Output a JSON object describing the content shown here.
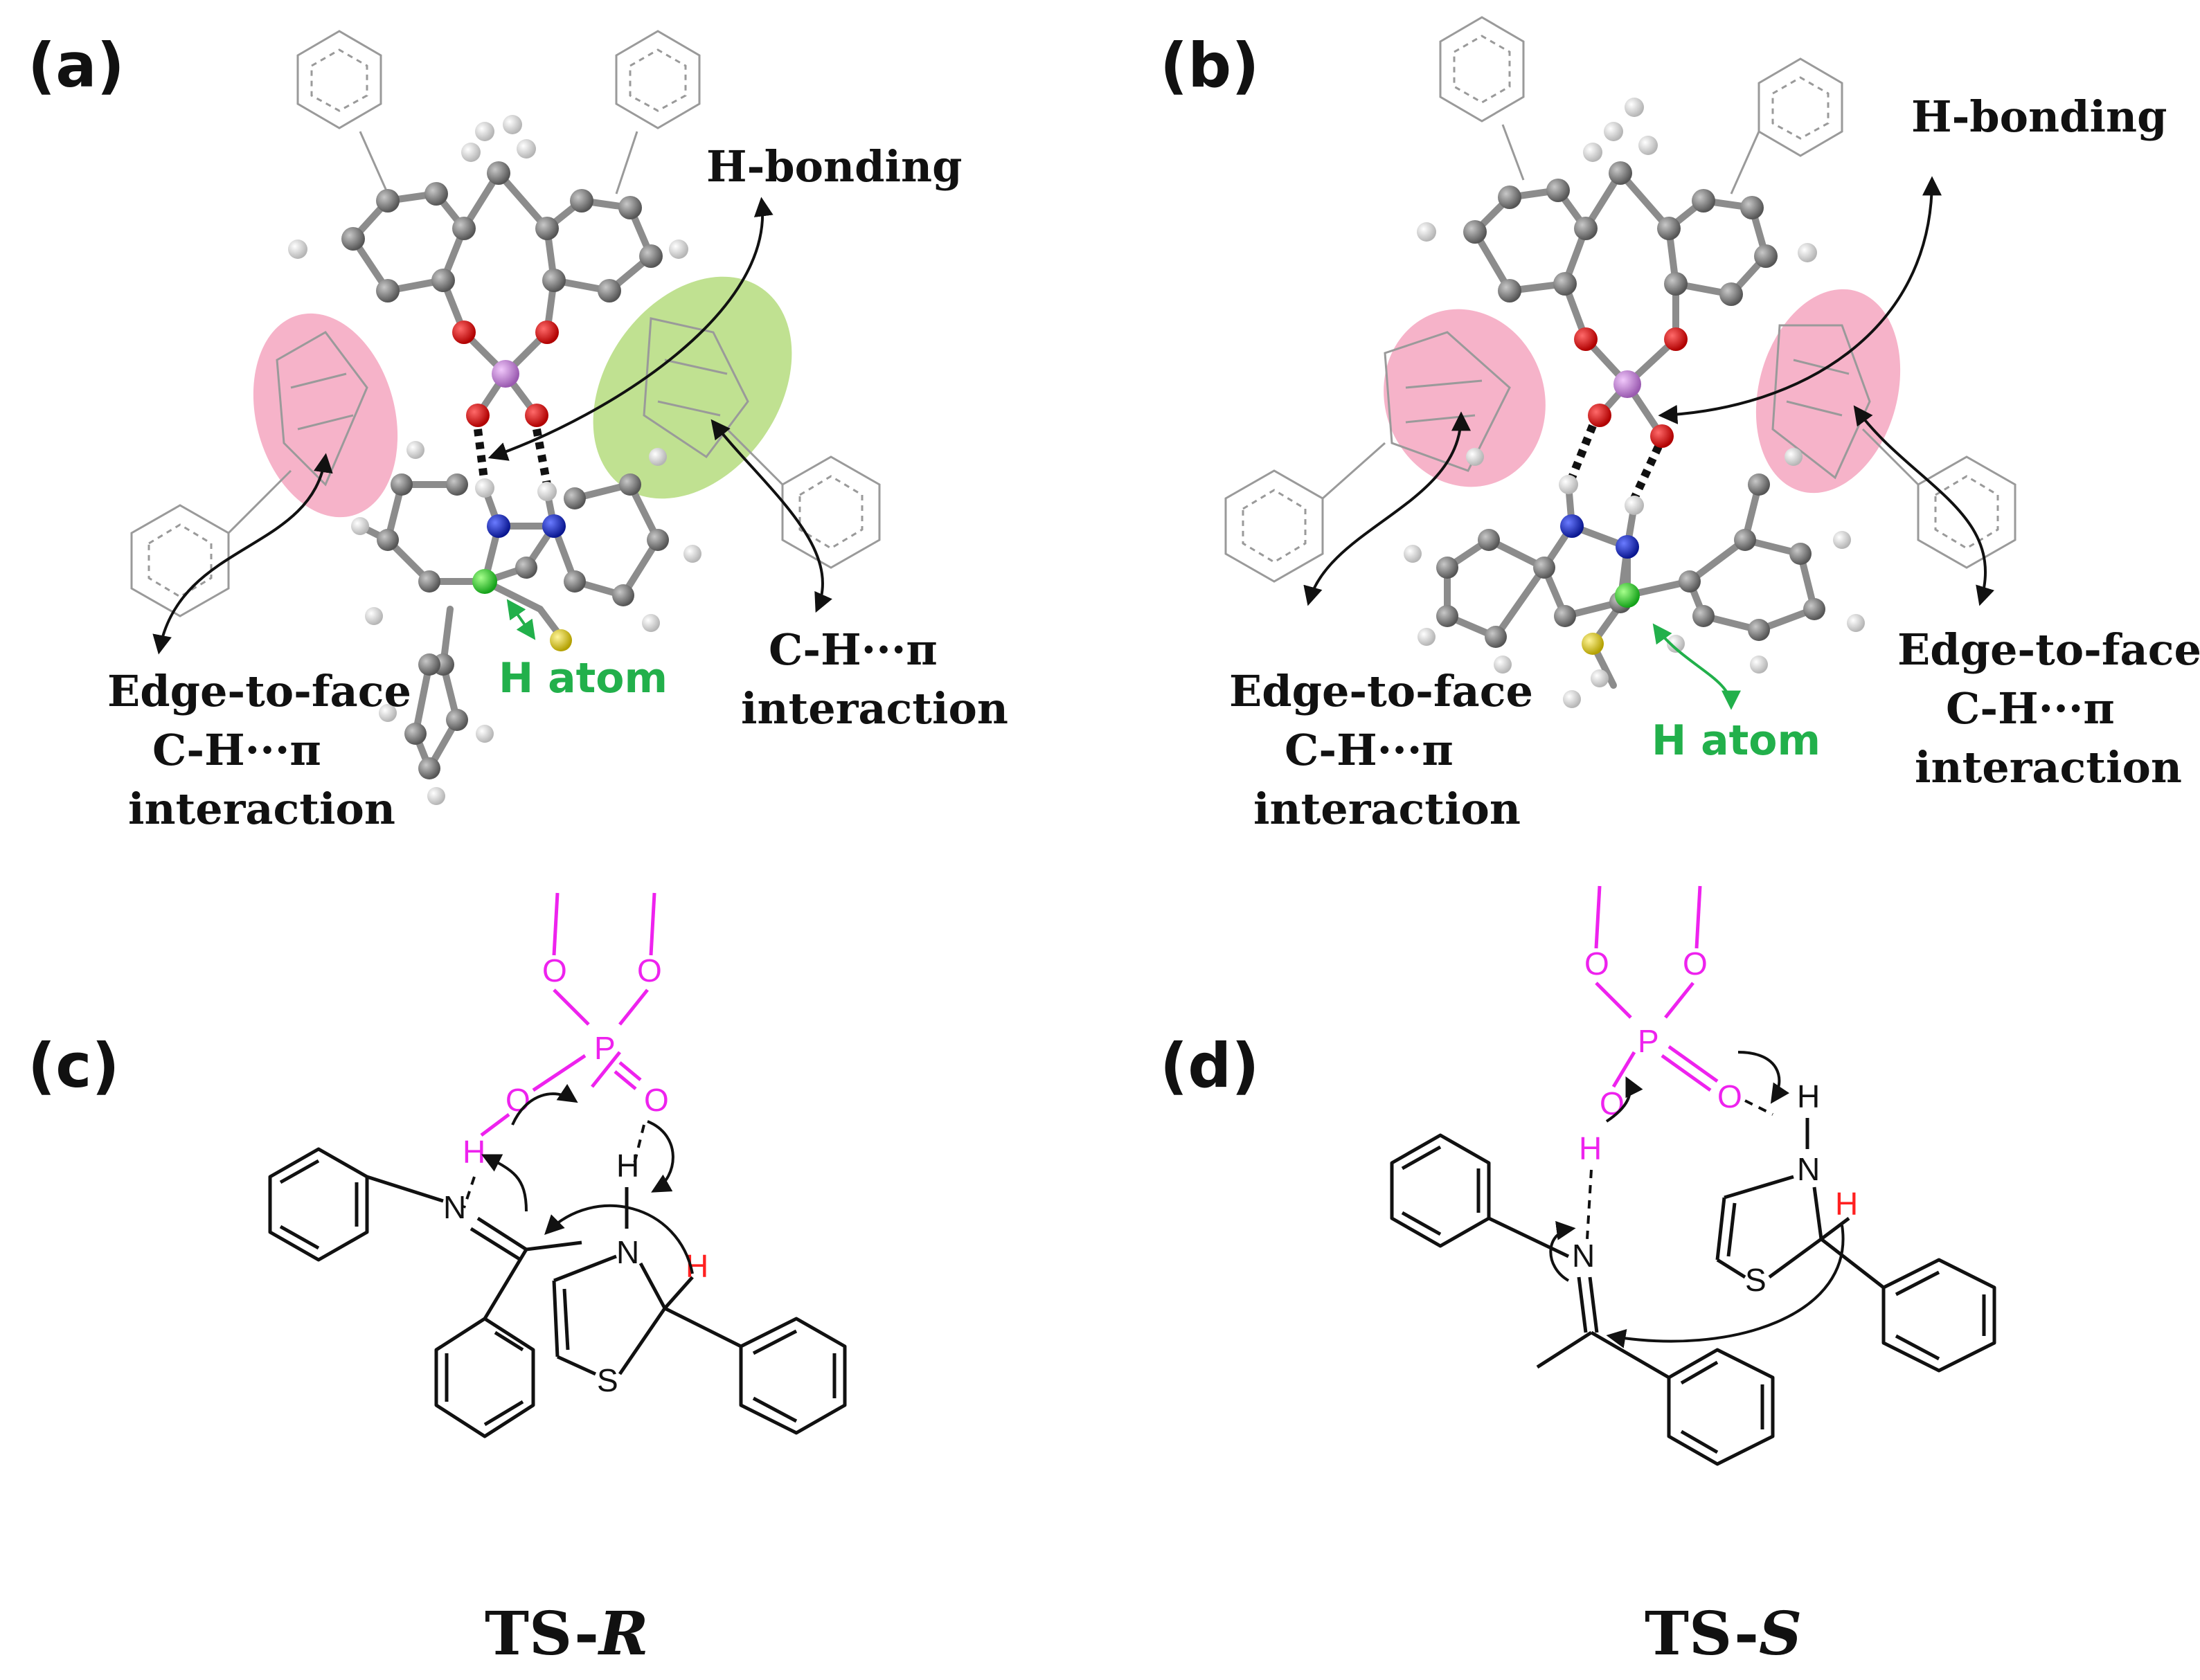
{
  "panels": {
    "a": {
      "letter": "(a)",
      "hbond_label": "H-bonding",
      "left_label": [
        "Edge-to-face",
        "C-H···π",
        "interaction"
      ],
      "right_label": [
        "C-H···π",
        "interaction"
      ],
      "h_atom_label": "H atom",
      "left_highlight_color": "#f4a6c0",
      "right_highlight_color": "#b5dc7e"
    },
    "b": {
      "letter": "(b)",
      "hbond_label": "H-bonding",
      "left_label": [
        "Edge-to-face",
        "C-H···π",
        "interaction"
      ],
      "right_label": [
        "Edge-to-face",
        "C-H···π",
        "interaction"
      ],
      "h_atom_label": "H atom",
      "left_highlight_color": "#f4a6c0",
      "right_highlight_color": "#f4a6c0"
    },
    "c": {
      "letter": "(c)",
      "atoms": {
        "P": "P",
        "O1": "O",
        "O2": "O",
        "O3": "O",
        "O4": "O",
        "H_acid": "H",
        "N_imine": "N",
        "H_nh": "H",
        "N_thz": "N",
        "H_red": "H",
        "S": "S"
      }
    },
    "d": {
      "letter": "(d)",
      "atoms": {
        "P": "P",
        "O1": "O",
        "O2": "O",
        "O3": "O",
        "O4": "O",
        "H_acid": "H",
        "N_imine": "N",
        "H_nh": "H",
        "N_thz": "N",
        "H_red": "H",
        "S": "S"
      }
    }
  },
  "ts_labels": {
    "left_prefix": "TS-",
    "left_suffix": "R",
    "right_prefix": "TS-",
    "right_suffix": "S"
  },
  "colors": {
    "carbon": "#7a7a7a",
    "hydrogen": "#ffffff",
    "oxygen": "#e01010",
    "nitrogen": "#1a2fd6",
    "phosphorus": "#c98ad8",
    "sulfur": "#e6d21c",
    "h_atom_green": "#22b04b",
    "magenta": "#ee22ee",
    "red_h": "#ff2020"
  }
}
